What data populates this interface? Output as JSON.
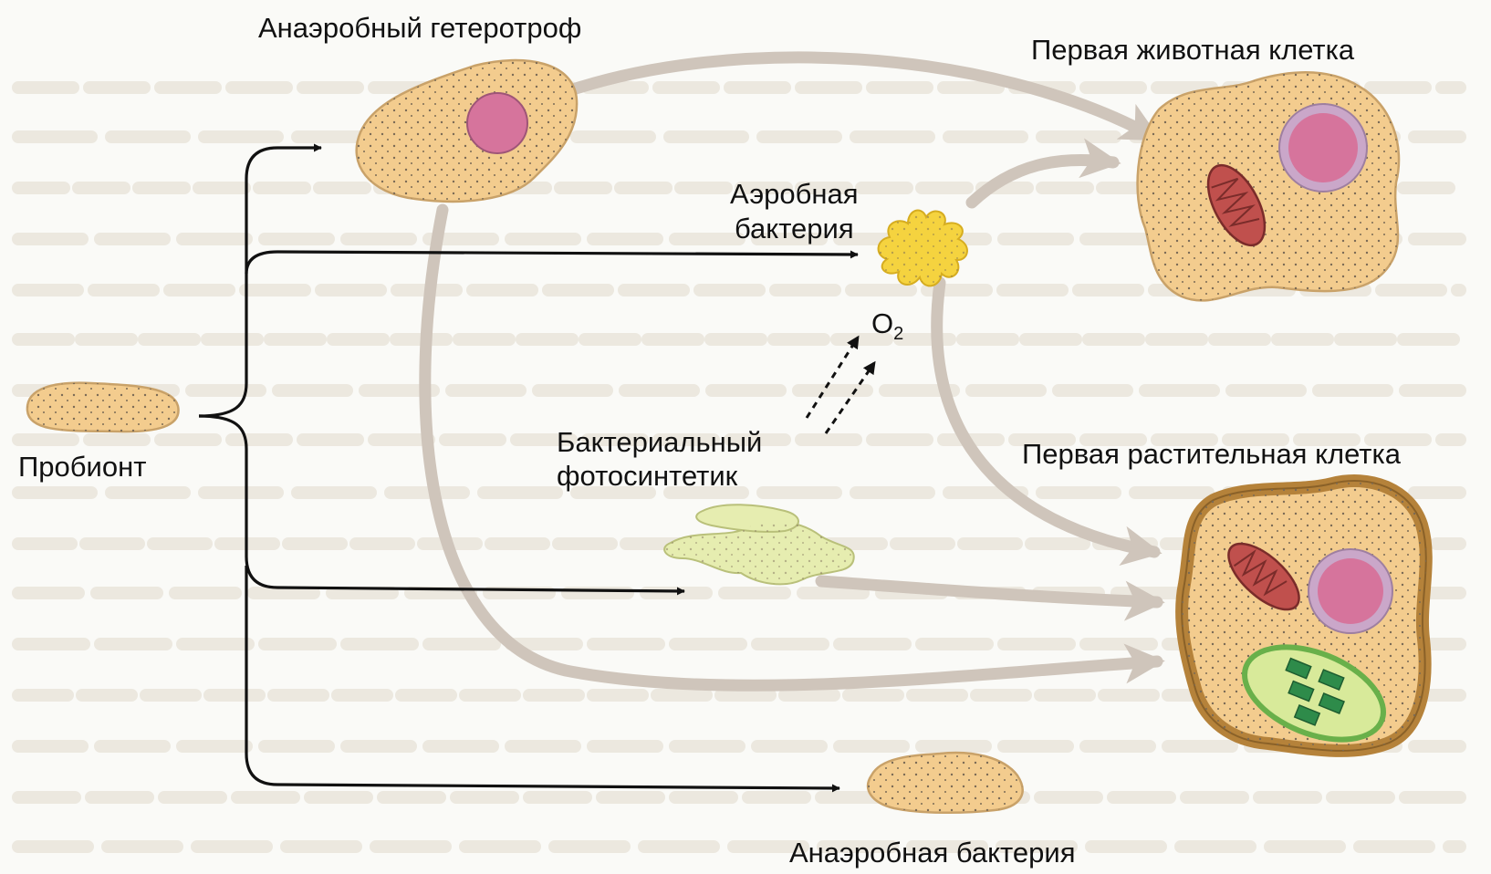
{
  "labels": {
    "anaerobic_heterotroph": "Анаэробный гетеротроф",
    "first_animal_cell": "Первая животная клетка",
    "aerobic_bacterium_line1": "Аэробная",
    "aerobic_bacterium_line2": "бактерия",
    "oxygen_main": "O",
    "oxygen_sub": "2",
    "probiont": "Пробионт",
    "bacterial_photosynthetic_line1": "Бактериальный",
    "bacterial_photosynthetic_line2": "фотосинтетик",
    "first_plant_cell": "Первая растительная клетка",
    "anaerobic_bacterium": "Анаэробная бактерия"
  },
  "colors": {
    "cytoplasm": "#f3cc8e",
    "cell_outline": "#c9a269",
    "nucleus": "#d6749c",
    "nucleus_ring": "#caa7c9",
    "aerobic_bacterium": "#f5d33f",
    "photosynthetic": "#e6edb0",
    "mitochondrion": "#c0504d",
    "chloroplast": "#2e8b4a",
    "cell_wall": "#c08a40",
    "flow_arrow": "#cfc5bb",
    "line_arrow": "#111111"
  }
}
